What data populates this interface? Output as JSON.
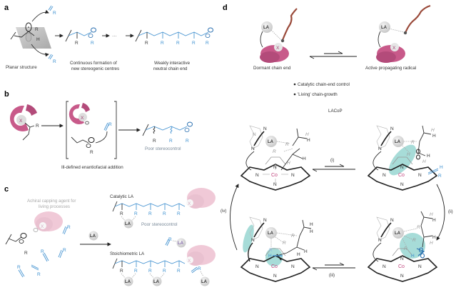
{
  "figure": {
    "colors": {
      "catalyst_pink": "#c85a8a",
      "chain_blue": "#4a96d2",
      "teal_highlight": "#5fbfb8",
      "polymer_brown": "#9a4a3a",
      "cobalt": "#c0467e",
      "la_grey": "#d8d8d8"
    },
    "panels": {
      "a": {
        "label": "a",
        "captions": {
          "planar": "Planar structure",
          "continuous_1": "Continuous formation of",
          "continuous_2": "new stereogenic centres",
          "weakly_1": "Weakly interactive",
          "weakly_2": "neutral chain end"
        },
        "atoms": {
          "R": "R",
          "H": "H",
          "ellipsis": "···"
        }
      },
      "b": {
        "label": "b",
        "captions": {
          "ill_defined": "Ill-defined enantiofacial addition",
          "poor": "Poor stereocontrol"
        },
        "atoms": {
          "X": "X",
          "R": "R"
        }
      },
      "c": {
        "label": "c",
        "captions": {
          "achiral_1": "Achiral capping agent for",
          "achiral_2": "living processes",
          "catalytic": "Catalytic LA",
          "poor": "Poor stereocontrol",
          "stoichiometric": "Stoichiometric LA"
        },
        "atoms": {
          "LA": "LA",
          "R": "R",
          "X": "X"
        }
      },
      "d": {
        "label": "d",
        "captions": {
          "dormant": "Dormant chain end",
          "active": "Active propagating radical",
          "bullet_1": "Catalytic chain-end control",
          "bullet_2": "'Living' chain-growth",
          "lacop": "LACoP"
        },
        "steps": {
          "i": "(i)",
          "ii": "(ii)",
          "iii": "(iii)",
          "iv": "(iv)"
        },
        "atoms": {
          "LA": "LA",
          "X": "X",
          "N": "N",
          "Co": "Co",
          "H": "H",
          "R": "R"
        }
      }
    }
  }
}
